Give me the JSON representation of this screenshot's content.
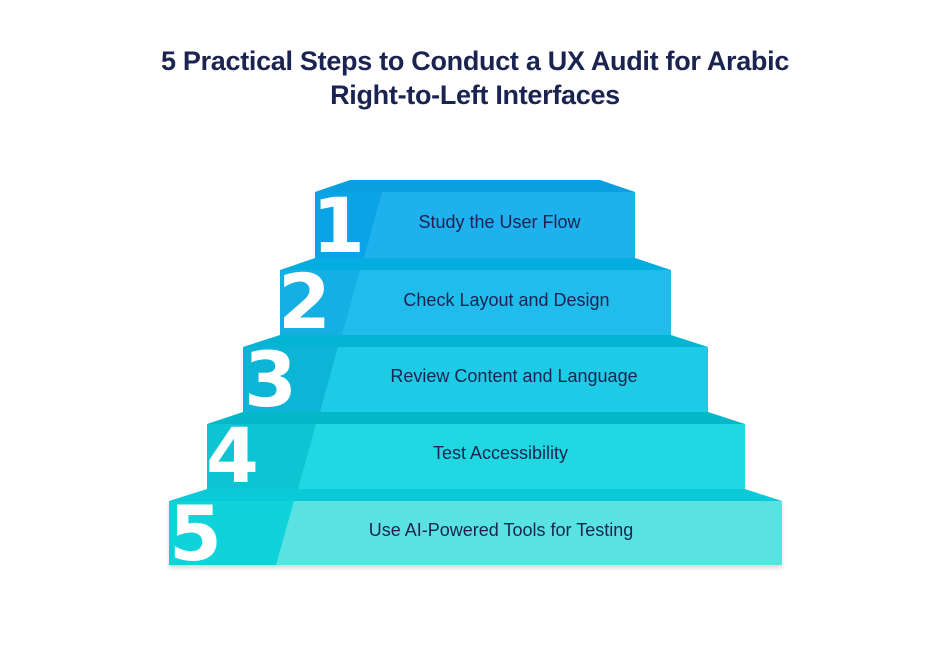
{
  "title": {
    "line1": "5 Practical Steps to Conduct a UX Audit for Arabic",
    "line2": "Right-to-Left Interfaces"
  },
  "steps": [
    {
      "number": "1",
      "label": "Study the User Flow",
      "front_color": "#1fb0ee",
      "side_color": "#0aa3e6",
      "bevel_color": "#0a9fe0"
    },
    {
      "number": "2",
      "label": "Check Layout and Design",
      "front_color": "#20bcec",
      "side_color": "#14b0e4",
      "bevel_color": "#03ade0"
    },
    {
      "number": "3",
      "label": "Review Content and Language",
      "front_color": "#1ecbe6",
      "side_color": "#0cb5d6",
      "bevel_color": "#05b4d2"
    },
    {
      "number": "4",
      "label": "Test Accessibility",
      "front_color": "#20d8e2",
      "side_color": "#0cc4d2",
      "bevel_color": "#05b8c8"
    },
    {
      "number": "5",
      "label": "Use AI-Powered Tools for Testing",
      "front_color": "#5ae2e2",
      "side_color": "#0fd3d8",
      "bevel_color": "#09cad6"
    }
  ]
}
